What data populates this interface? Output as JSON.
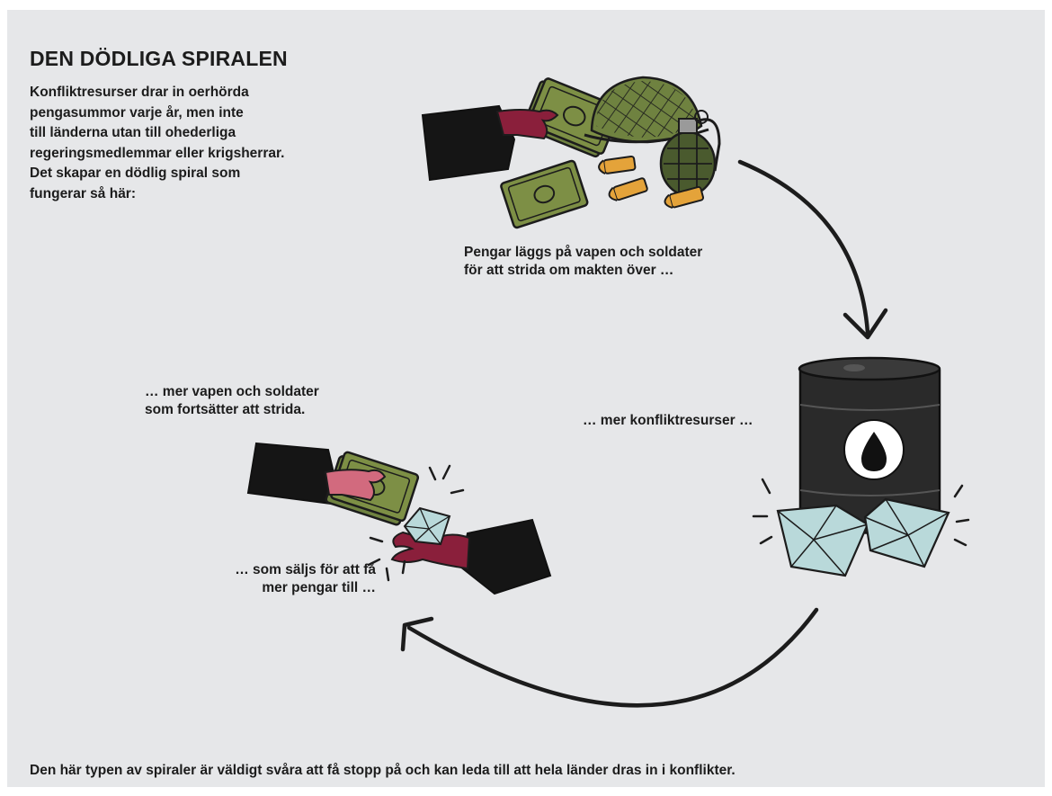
{
  "title": "DEN DÖDLIGA SPIRALEN",
  "intro_lines": [
    "Konfliktresurser drar in oerhörda",
    "pengasummor varje år, men inte",
    "till länderna utan till ohederliga",
    "regeringsmedlemmar eller krigsherrar.",
    "Det skapar en dödlig spiral som",
    "fungerar så här:"
  ],
  "steps": {
    "money_to_weapons": [
      "Pengar läggs på vapen och soldater",
      "för att strida om makten över …"
    ],
    "more_resources": [
      "… mer konfliktresurser …"
    ],
    "sold_for_money": [
      "… som säljs för att få",
      "mer pengar till …"
    ],
    "more_weapons": [
      "… mer vapen och soldater",
      "som fortsätter att strida."
    ]
  },
  "footer": "Den här typen av spiraler är väldigt svåra att få stopp på och kan leda till att hela länder dras in i konflikter.",
  "colors": {
    "background": "#e6e7e9",
    "money_green": "#7d8f45",
    "helmet_green": "#6f8240",
    "barrel": "#2a2a2a",
    "diamond": "#b9d9da",
    "sleeve": "#151515",
    "hand_dark": "#8a1f3b",
    "hand_light": "#d26a7e",
    "bullet": "#e4a33a"
  },
  "icons": [
    "money-icon",
    "helmet-icon",
    "grenade-icon",
    "bullets-icon",
    "oil-barrel-icon",
    "diamond-icon",
    "arrow-icon"
  ]
}
